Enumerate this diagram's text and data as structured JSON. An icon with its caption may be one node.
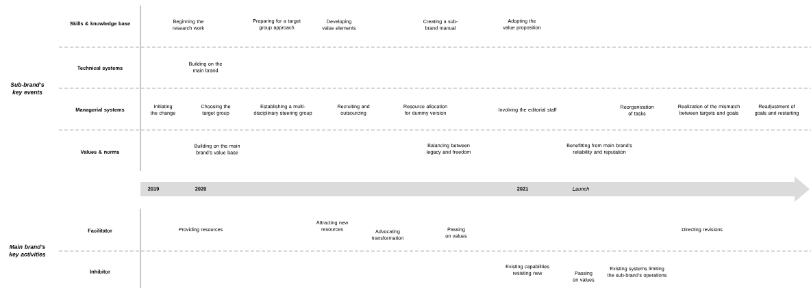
{
  "diagram": {
    "labels": [
      "Sub-brand’s key events",
      "Skills & knowledge base",
      "Beginning the research work",
      "Preparing for a target group approach",
      "Developing value elements",
      "Creating a sub-brand manual",
      "Adopting the value proposition",
      "Technical systems",
      "Building on the main brand",
      "Managerial systems",
      "Initiating the change",
      "Choosing the target group",
      "Establishing a multi-disciplinary steering group",
      "Recruiting and outsourcing",
      "Resource allocation for dummy version",
      "Involving the editorial staff",
      "Reorganization of tasks",
      "Realization of the mismatch between targets and goals",
      "Readjustment of goals and restarting",
      "Values & norms",
      "Building on the main brand’s value base",
      "Balancing between legacy and freedom",
      "Benefitting from main brand’s reliability and reputation",
      "2019",
      "2020",
      "2021",
      "Launch",
      "Main brand’s key activities",
      "Facilitator",
      "Providing resources",
      "Attracting new resources",
      "Advocating transformation",
      "Passing on values",
      "Directing revisions",
      "Inhibitor",
      "Existing capabilities resisting new",
      "Passing on values",
      "Existing systems limiting the sub-brand’s operations"
    ]
  }
}
